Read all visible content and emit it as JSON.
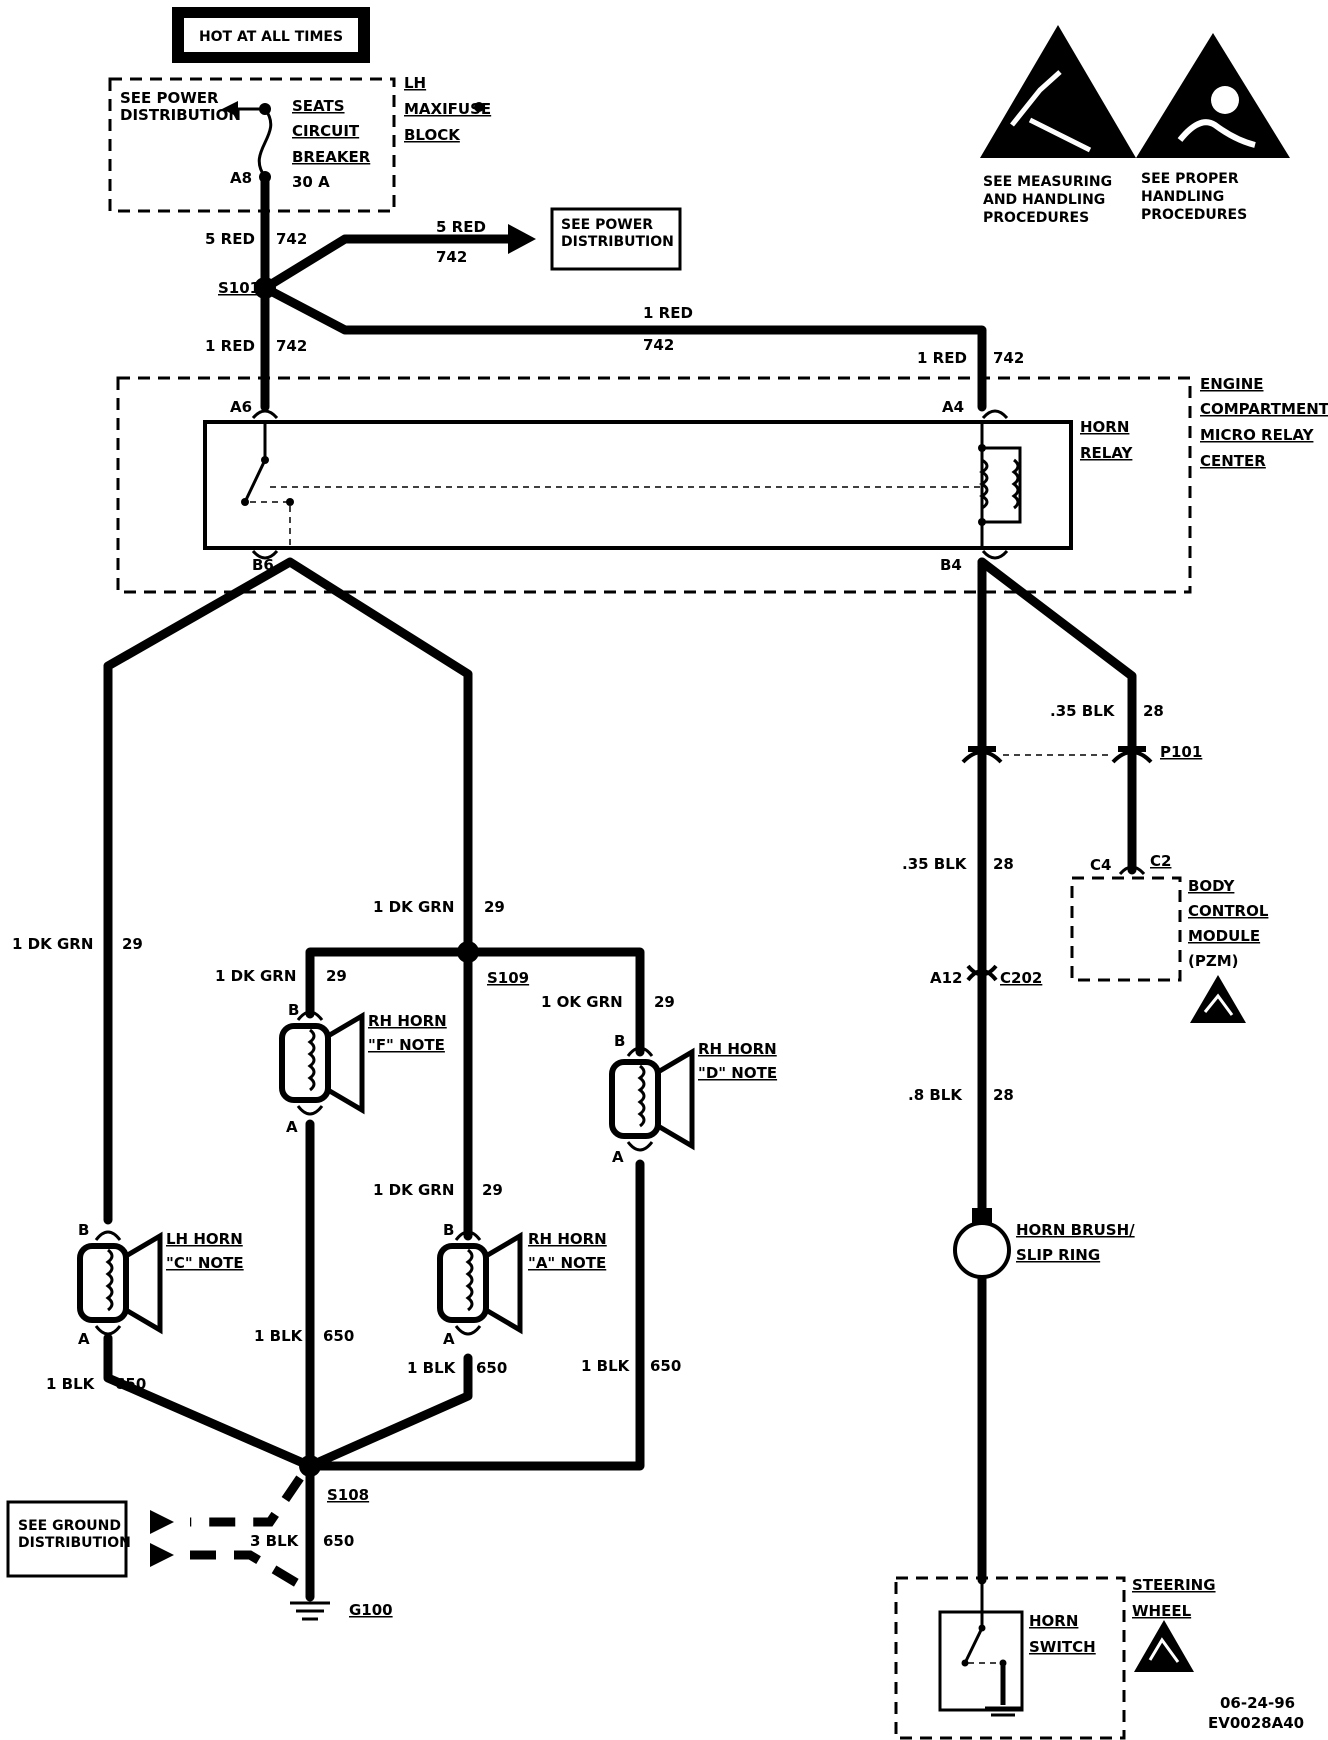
{
  "top_banner": "HOT AT ALL TIMES",
  "fuse_block": {
    "see_power": [
      "SEE POWER",
      "DISTRIBUTION"
    ],
    "breaker": [
      "SEATS",
      "CIRCUIT",
      "BREAKER",
      "30 A"
    ],
    "pin": "A8",
    "block_name": [
      "LH",
      "MAXIFUSE",
      "BLOCK"
    ]
  },
  "warnings": {
    "esd": [
      "SEE MEASURING",
      "AND HANDLING",
      "PROCEDURES"
    ],
    "airbag": [
      "SEE PROPER",
      "HANDLING",
      "PROCEDURES"
    ]
  },
  "power_dist_box": [
    "SEE POWER",
    "DISTRIBUTION"
  ],
  "splice_s101": "S101",
  "relay_center": [
    "ENGINE",
    "COMPARTMENT",
    "MICRO RELAY",
    "CENTER"
  ],
  "horn_relay": [
    "HORN",
    "RELAY"
  ],
  "pins": {
    "a6": "A6",
    "a4": "A4",
    "b6": "B6",
    "b4": "B4"
  },
  "horns": {
    "lh_c": [
      "LH HORN",
      "\"C\" NOTE"
    ],
    "rh_f": [
      "RH HORN",
      "\"F\" NOTE"
    ],
    "rh_a": [
      "RH HORN",
      "\"A\" NOTE"
    ],
    "rh_d": [
      "RH HORN",
      "\"D\" NOTE"
    ]
  },
  "horn_pins": {
    "b": "B",
    "a": "A"
  },
  "splices": {
    "s108": "S108",
    "s109": "S109"
  },
  "ground_box": [
    "SEE GROUND",
    "DISTRIBUTION"
  ],
  "ground": "G100",
  "p101": "P101",
  "bcm": {
    "pins": [
      "C4",
      "C2"
    ],
    "name": [
      "BODY",
      "CONTROL",
      "MODULE",
      "(PZM)"
    ]
  },
  "c202": {
    "pin": "A12",
    "conn": "C202"
  },
  "slip_ring": [
    "HORN BRUSH/",
    "SLIP RING"
  ],
  "steering": {
    "name": [
      "STEERING",
      "WHEEL"
    ],
    "switch": [
      "HORN",
      "SWITCH"
    ]
  },
  "footer": [
    "06-24-96",
    "EV0028A40"
  ],
  "wires": {
    "w5red": {
      "size": "5 RED",
      "circuit": "742"
    },
    "w5red_b": {
      "size": "5 RED",
      "circuit": "742"
    },
    "w1red_a": {
      "size": "1 RED",
      "circuit": "742"
    },
    "w1red_b": {
      "size": "1 RED",
      "circuit": "742"
    },
    "w1red_c": {
      "size": "1 RED",
      "circuit": "742"
    },
    "w35blk_a": {
      "size": ".35 BLK",
      "circuit": "28"
    },
    "w35blk_b": {
      "size": ".35 BLK",
      "circuit": "28"
    },
    "w8blk": {
      "size": ".8 BLK",
      "circuit": "28"
    },
    "grn_lh": {
      "size": "1 DK GRN",
      "circuit": "29"
    },
    "grn_mid": {
      "size": "1 DK GRN",
      "circuit": "29"
    },
    "grn_f": {
      "size": "1 DK GRN",
      "circuit": "29"
    },
    "grn_d": {
      "size": "1 OK GRN",
      "circuit": "29"
    },
    "grn_a": {
      "size": "1 DK GRN",
      "circuit": "29"
    },
    "blk_lh": {
      "size": "1 BLK",
      "circuit": "650"
    },
    "blk_f": {
      "size": "1 BLK",
      "circuit": "650"
    },
    "blk_a": {
      "size": "1 BLK",
      "circuit": "650"
    },
    "blk_d": {
      "size": "1 BLK",
      "circuit": "650"
    },
    "blk_g": {
      "size": "3 BLK",
      "circuit": "650"
    }
  }
}
